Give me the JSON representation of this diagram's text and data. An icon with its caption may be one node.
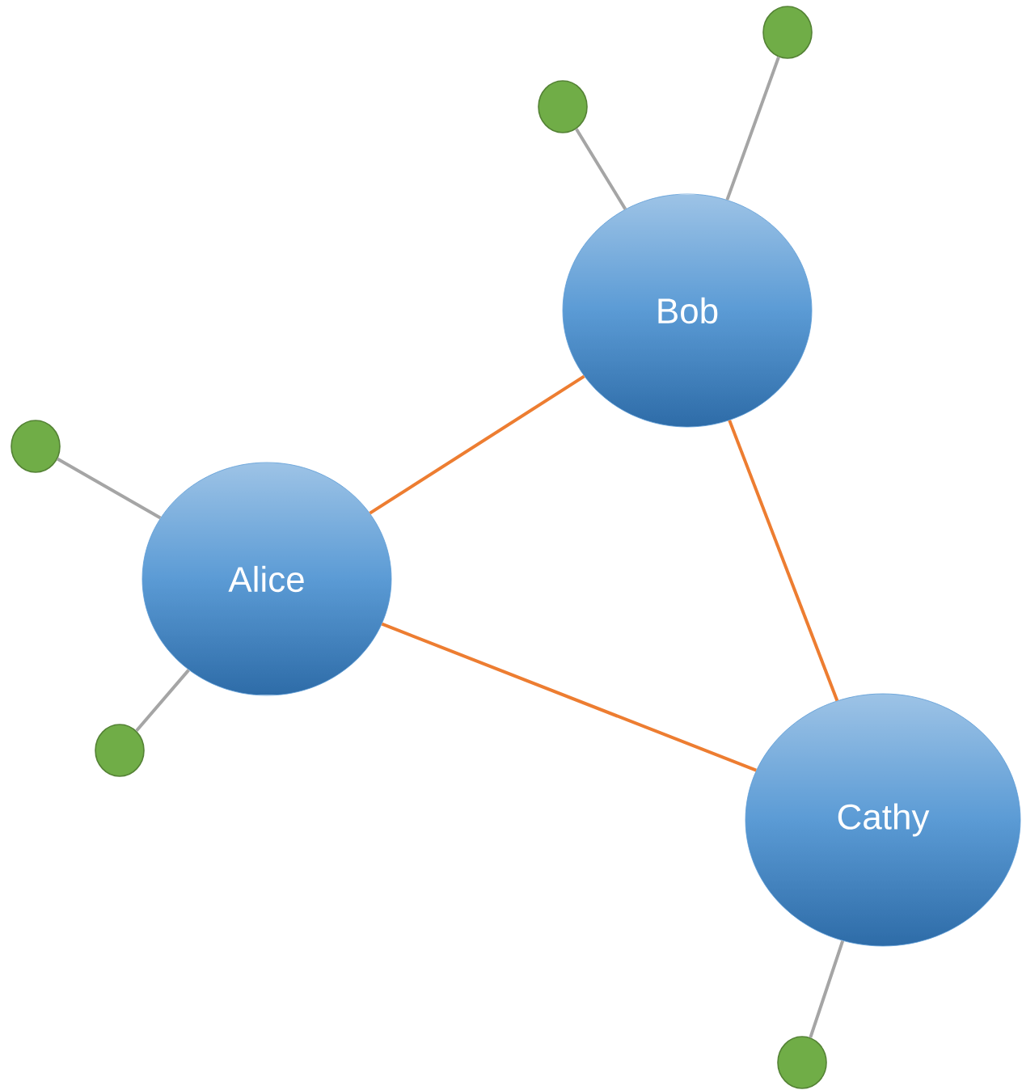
{
  "diagram": {
    "nodes": [
      {
        "text": [
          "Bob"
        ]
      },
      {
        "text": [
          "Alice"
        ]
      },
      {
        "text": [
          "Cathy"
        ]
      },
      {
        "text": [],
        "shape": "circle"
      },
      {
        "text": [],
        "shape": "circle"
      },
      {
        "text": [],
        "shape": "circle"
      },
      {
        "text": [],
        "shape": "circle"
      },
      {
        "text": [],
        "shape": "circle"
      }
    ],
    "edges": [
      {
        "from": 1,
        "to": 0,
        "arrow": "none",
        "color": "#ed7d31"
      },
      {
        "from": 0,
        "to": 2,
        "arrow": "none",
        "color": "#ed7d31"
      },
      {
        "from": 1,
        "to": 2,
        "arrow": "none",
        "color": "#ed7d31"
      },
      {
        "from": 3,
        "to": 0,
        "arrow": "none"
      },
      {
        "from": 4,
        "to": 0,
        "arrow": "none"
      },
      {
        "from": 5,
        "to": 1,
        "arrow": "none"
      },
      {
        "from": 6,
        "to": 1,
        "arrow": "none"
      },
      {
        "from": 7,
        "to": 2,
        "arrow": "none"
      }
    ]
  }
}
